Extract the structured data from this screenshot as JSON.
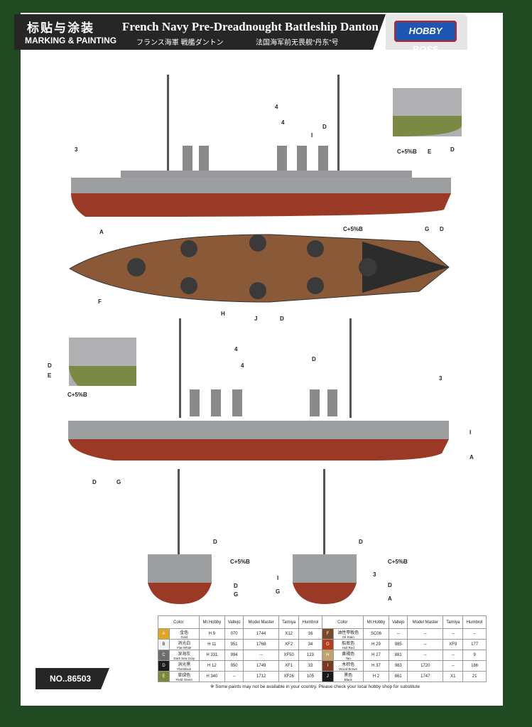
{
  "header": {
    "zh_title": "标贴与涂装",
    "en_subtitle": "MARKING & PAINTING",
    "main_title": "French Navy Pre-Dreadnought Battleship Danton",
    "jp_title": "フランス海軍 戦艦ダントン",
    "cn_name": "法国海军前无畏舰“丹东”号",
    "logo": "HOBBY BOSS"
  },
  "labels": {
    "three": "3",
    "four": "4",
    "I": "I",
    "D": "D",
    "A": "A",
    "G": "G",
    "E": "E",
    "F": "F",
    "H": "H",
    "J": "J",
    "cfb": "C+5%B"
  },
  "table": {
    "headers": [
      "Color",
      "Mr.Hobby",
      "Vallejo",
      "Model Master",
      "Tamiya",
      "Humbrol"
    ],
    "left_rows": [
      {
        "code": "A",
        "color": "#e0a623",
        "zh": "金色",
        "en": "Gold",
        "mrhobby": "H 9",
        "vallejo": "070",
        "modelmaster": "1744",
        "tamiya": "X12",
        "humbrol": "16"
      },
      {
        "code": "B",
        "color": "#f4f4f4",
        "zh": "消光白",
        "en": "Flat White",
        "mrhobby": "H 11",
        "vallejo": "951",
        "modelmaster": "1768",
        "tamiya": "XF2",
        "humbrol": "34"
      },
      {
        "code": "C",
        "color": "#6e6e70",
        "zh": "深海灰",
        "en": "Dark Sea Gray",
        "mrhobby": "H 331",
        "vallejo": "994",
        "modelmaster": "--",
        "tamiya": "XF50",
        "humbrol": "123"
      },
      {
        "code": "D",
        "color": "#1c1c1c",
        "zh": "消光黑",
        "en": "Flat Black",
        "mrhobby": "H 12",
        "vallejo": "950",
        "modelmaster": "1749",
        "tamiya": "XF1",
        "humbrol": "33"
      },
      {
        "code": "E",
        "color": "#7b8a3a",
        "zh": "草绿色",
        "en": "Field Green",
        "mrhobby": "H 340",
        "vallejo": "--",
        "modelmaster": "1712",
        "tamiya": "XF26",
        "humbrol": "105"
      }
    ],
    "right_rows": [
      {
        "code": "F",
        "color": "#7a4a2a",
        "zh": "油性甲板色",
        "en": "Oil Stain",
        "mrhobby": "SC06",
        "vallejo": "--",
        "modelmaster": "--",
        "tamiya": "--",
        "humbrol": "--"
      },
      {
        "code": "G",
        "color": "#b33f1f",
        "zh": "船底色",
        "en": "Hull Red",
        "mrhobby": "H 29",
        "vallejo": "985",
        "modelmaster": "--",
        "tamiya": "XF9",
        "humbrol": "177"
      },
      {
        "code": "H",
        "color": "#c2a36c",
        "zh": "黄褐色",
        "en": "Tan",
        "mrhobby": "H 27",
        "vallejo": "881",
        "modelmaster": "--",
        "tamiya": "--",
        "humbrol": "9"
      },
      {
        "code": "I",
        "color": "#7a3a1f",
        "zh": "木棕色",
        "en": "Wood Brown",
        "mrhobby": "H 37",
        "vallejo": "983",
        "modelmaster": "1720",
        "tamiya": "--",
        "humbrol": "186"
      },
      {
        "code": "J",
        "color": "#1a1a1a",
        "zh": "黑色",
        "en": "Black",
        "mrhobby": "H 2",
        "vallejo": "861",
        "modelmaster": "1747",
        "tamiya": "X1",
        "humbrol": "21"
      }
    ]
  },
  "footer": {
    "product_no": "NO..86503",
    "disclaimer": "※ Some paints may not be available in your country. Please check your local hobby shop for substitute"
  }
}
